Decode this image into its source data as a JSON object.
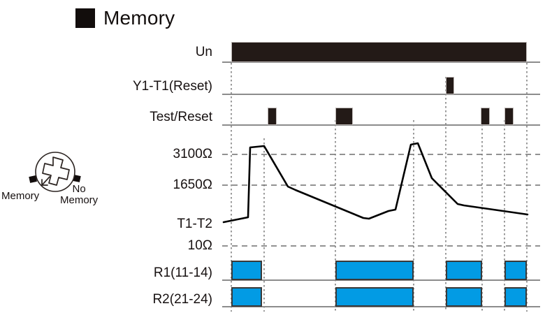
{
  "title": {
    "text": "Memory",
    "bullet_color": "#120d0c"
  },
  "dial": {
    "icon": "rotary-selector-dial",
    "label_left": "Memory",
    "label_right_line1": "No",
    "label_right_line2": "Memory"
  },
  "colors": {
    "pulse_fill": "#231a17",
    "relay_fill": "#029be4",
    "relay_stroke": "#3a3a3a",
    "baseline": "#8c8c8c",
    "curve": "#000000",
    "gridline": "#6e6e6e"
  },
  "rows": [
    {
      "label": "Un",
      "name": "row-un"
    },
    {
      "label": "Y1-T1(Reset)",
      "name": "row-y1-t1-reset"
    },
    {
      "label": "Test/Reset",
      "name": "row-test-reset"
    },
    {
      "label": "T1-T2",
      "name": "row-t1-t2"
    },
    {
      "label": "R1(11-14)",
      "name": "row-r1"
    },
    {
      "label": "R2(21-24)",
      "name": "row-r2"
    }
  ],
  "axis_values": {
    "high": "3100Ω",
    "mid": "1650Ω",
    "low": "10Ω"
  },
  "chart_data": {
    "type": "line",
    "title": "Memory",
    "xlabel": "",
    "ylabel": "T1-T2",
    "ytick_labels": [
      "3100Ω",
      "1650Ω",
      "10Ω"
    ],
    "ytick_values": [
      3100,
      1650,
      10
    ],
    "ylim": [
      0,
      3600
    ],
    "grid": true,
    "legend": "none",
    "event_markers_x": [
      331,
      378,
      480,
      592,
      638,
      690,
      722,
      754
    ],
    "series": [
      {
        "name": "Un",
        "type": "digital",
        "blocks": [
          {
            "x0": 331,
            "x1": 754
          }
        ]
      },
      {
        "name": "Y1-T1(Reset)",
        "type": "digital",
        "blocks": [
          {
            "x0": 638,
            "x1": 650
          }
        ]
      },
      {
        "name": "Test/Reset",
        "type": "digital",
        "blocks": [
          {
            "x0": 383,
            "x1": 396
          },
          {
            "x0": 480,
            "x1": 505
          },
          {
            "x0": 688,
            "x1": 701
          },
          {
            "x0": 722,
            "x1": 735
          }
        ]
      },
      {
        "name": "T1-T2",
        "type": "line",
        "points": [
          {
            "x": 320,
            "y": 318
          },
          {
            "x": 355,
            "y": 311
          },
          {
            "x": 358,
            "y": 211
          },
          {
            "x": 378,
            "y": 209
          },
          {
            "x": 412,
            "y": 267
          },
          {
            "x": 423,
            "y": 272
          },
          {
            "x": 520,
            "y": 312
          },
          {
            "x": 528,
            "y": 313
          },
          {
            "x": 556,
            "y": 302
          },
          {
            "x": 566,
            "y": 300
          },
          {
            "x": 588,
            "y": 207
          },
          {
            "x": 598,
            "y": 205
          },
          {
            "x": 618,
            "y": 255
          },
          {
            "x": 655,
            "y": 292
          },
          {
            "x": 664,
            "y": 294
          },
          {
            "x": 755,
            "y": 307
          }
        ]
      },
      {
        "name": "R1(11-14)",
        "type": "digital",
        "blocks": [
          {
            "x0": 331,
            "x1": 375
          },
          {
            "x0": 480,
            "x1": 592
          },
          {
            "x0": 638,
            "x1": 690
          },
          {
            "x0": 722,
            "x1": 754
          }
        ]
      },
      {
        "name": "R2(21-24)",
        "type": "digital",
        "blocks": [
          {
            "x0": 331,
            "x1": 375
          },
          {
            "x0": 480,
            "x1": 592
          },
          {
            "x0": 638,
            "x1": 690
          },
          {
            "x0": 722,
            "x1": 754
          }
        ]
      }
    ]
  }
}
